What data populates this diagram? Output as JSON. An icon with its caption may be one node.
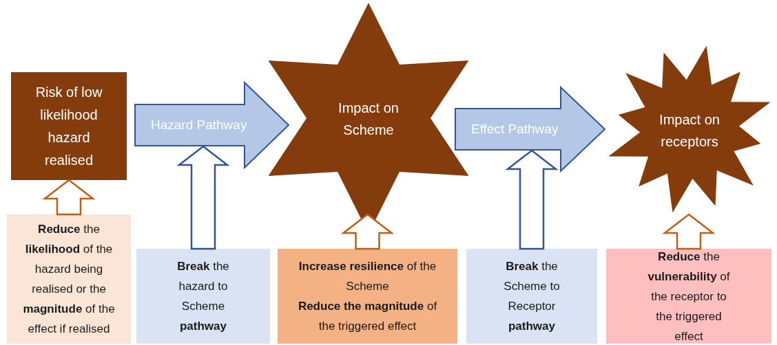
{
  "diagram": {
    "nodes": [
      {
        "text": [
          "Risk of low likelihood hazard realised"
        ]
      },
      {
        "text": [
          "Hazard Pathway"
        ]
      },
      {
        "text": [
          "Impact on Scheme"
        ]
      },
      {
        "text": [
          "Effect Pathway"
        ]
      },
      {
        "text": [
          "Impact on receptors"
        ]
      },
      {
        "text": [
          "**Reduce** the **likelihood** of the hazard being realised or the **magnitude** of the effect if realised"
        ]
      },
      {
        "text": [
          "**Break** the hazard to Scheme **pathway**"
        ]
      },
      {
        "text": [
          "**Increase resilience** of the Scheme",
          "**Reduce the magnitude** of the triggered effect"
        ]
      },
      {
        "text": [
          "**Break** the Scheme to Receptor **pathway**"
        ]
      },
      {
        "text": [
          "**Reduce** the **vulnerability** of the receptor to the triggered effect"
        ]
      }
    ],
    "edges": [
      {
        "from": 5,
        "to": 0,
        "arrow": "to"
      },
      {
        "from": 6,
        "to": 1,
        "arrow": "to",
        "color": "#2f5597"
      },
      {
        "from": 7,
        "to": 2,
        "arrow": "to"
      },
      {
        "from": 8,
        "to": 3,
        "arrow": "to",
        "color": "#2f5597"
      },
      {
        "from": 9,
        "to": 4,
        "arrow": "to"
      }
    ]
  }
}
